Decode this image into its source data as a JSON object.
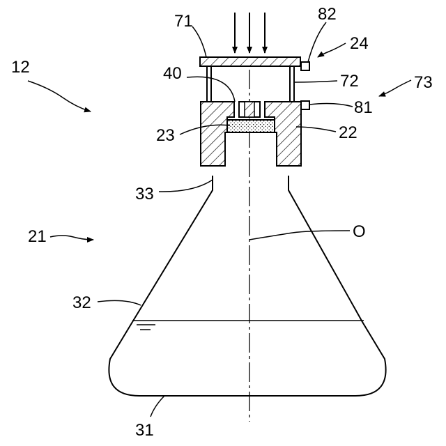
{
  "figure": {
    "labels": {
      "ref_12": "12",
      "ref_21": "21",
      "ref_22": "22",
      "ref_23": "23",
      "ref_24": "24",
      "ref_31": "31",
      "ref_32": "32",
      "ref_33": "33",
      "ref_40": "40",
      "ref_71": "71",
      "ref_72": "72",
      "ref_73": "73",
      "ref_81": "81",
      "ref_82": "82",
      "axis_o": "O"
    }
  }
}
